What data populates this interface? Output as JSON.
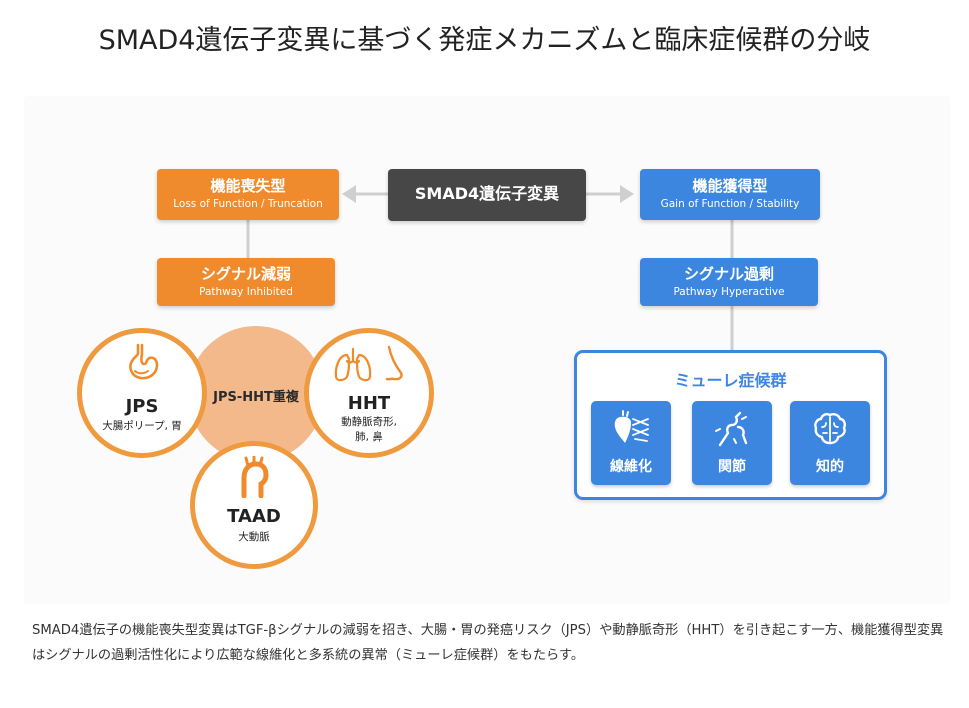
{
  "title": "SMAD4遺伝子変異に基づく発症メカニズムと臨床症候群の分岐",
  "colors": {
    "orange": "#ef8b2c",
    "orange_light": "#f3b98a",
    "blue": "#3d86e0",
    "dark": "#474747",
    "connector": "#cfcfcf"
  },
  "center": {
    "label": "SMAD4遺伝子変異"
  },
  "left": {
    "type": {
      "label": "機能喪失型",
      "sub": "Loss of Function / Truncation"
    },
    "signal": {
      "label": "シグナル減弱",
      "sub": "Pathway Inhibited"
    },
    "jps": {
      "label": "JPS",
      "sub": "大腸ポリープ, 胃",
      "icon": "stomach-icon"
    },
    "hht": {
      "label": "HHT",
      "sub1": "動静脈奇形,",
      "sub2": "肺, 鼻",
      "icon": "lungs-nose-icon"
    },
    "taad": {
      "label": "TAAD",
      "sub": "大動脈",
      "icon": "aorta-icon"
    },
    "overlap": {
      "label": "JPS-HHT重複"
    }
  },
  "right": {
    "type": {
      "label": "機能獲得型",
      "sub": "Gain of Function / Stability"
    },
    "signal": {
      "label": "シグナル過剰",
      "sub": "Pathway Hyperactive"
    },
    "syndrome": {
      "title": "ミューレ症候群",
      "tiles": [
        {
          "label": "線維化",
          "icon": "heart-fibrosis-icon"
        },
        {
          "label": "関節",
          "icon": "joint-icon"
        },
        {
          "label": "知的",
          "icon": "brain-icon"
        }
      ]
    }
  },
  "caption": "SMAD4遺伝子の機能喪失型変異はTGF-βシグナルの減弱を招き、大腸・胃の発癌リスク（JPS）や動静脈奇形（HHT）を引き起こす一方、機能獲得型変異はシグナルの過剰活性化により広範な線維化と多系統の異常（ミューレ症候群）をもたらす。"
}
